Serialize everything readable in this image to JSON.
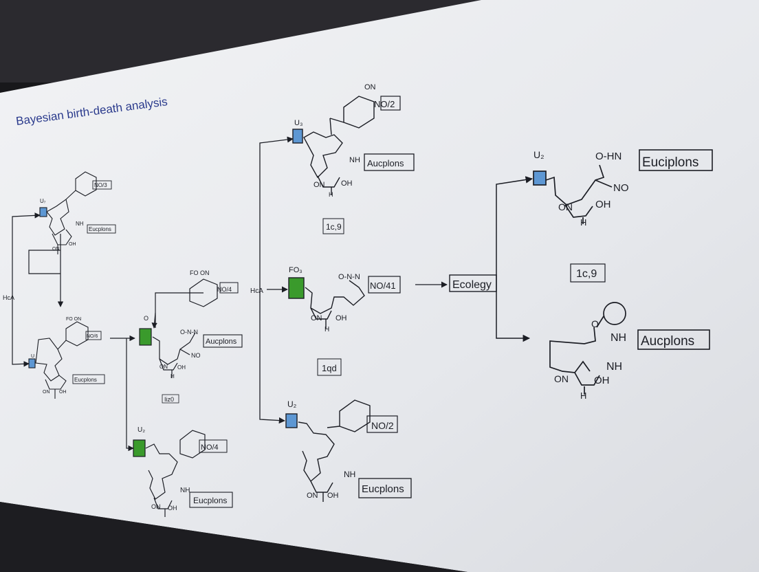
{
  "slide": {
    "title": "Bayesian birth-death analysis"
  },
  "colors": {
    "slide_bg": "#e9ebee",
    "ink": "#1b1d24",
    "title": "#2a3a8c",
    "node_blue": "#5d97d3",
    "node_green": "#3a9a2c"
  },
  "labels": {
    "left_input": "HcA",
    "mid_input": "HcA",
    "ecology": "Ecolegy",
    "sub_left_a": "U₇",
    "sub_left_b": "U",
    "sub_mid_top": "O",
    "sub_mid_bottom": "U₂",
    "sub_top_right": "U₃",
    "sub_mid_fo": "FO₃",
    "sub_bottom_right": "U₂",
    "sub_far_right": "U₂",
    "caption_mid": "Iiz0",
    "caption_center_top": "1c,9",
    "caption_center_mid": "1qd",
    "caption_far_right": "1c,9"
  },
  "structures": {
    "s_left_top": {
      "group": "NO/3",
      "tag": "Eucplons"
    },
    "s_left_bottom": {
      "top": "FO ON",
      "group": "NO/6",
      "tag": "Eucplons"
    },
    "s_mid_top": {
      "top": "FO ON",
      "group": "NO/4",
      "branch": "O-N-N",
      "tag": "Aucplons",
      "no": "NO"
    },
    "s_mid_bottom": {
      "group": "NO/4",
      "tag": "Eucplons"
    },
    "s_center_top": {
      "top": "ON",
      "group": "NO/2",
      "tag": "Aucplons"
    },
    "s_center_mid": {
      "branch": "O-N-N",
      "group": "NO/41"
    },
    "s_center_bottom": {
      "group": "NO/2",
      "tag": "Eucplons"
    },
    "s_right_top": {
      "group": "O-HN",
      "no": "NO",
      "tag": "Euciplons"
    },
    "s_right_bottom": {
      "nh": "NH",
      "nh2": "NH",
      "tag": "Aucplons"
    }
  },
  "atoms": {
    "on": "ON",
    "oh": "OH",
    "h": "H",
    "nh": "NH",
    "o": "O"
  }
}
